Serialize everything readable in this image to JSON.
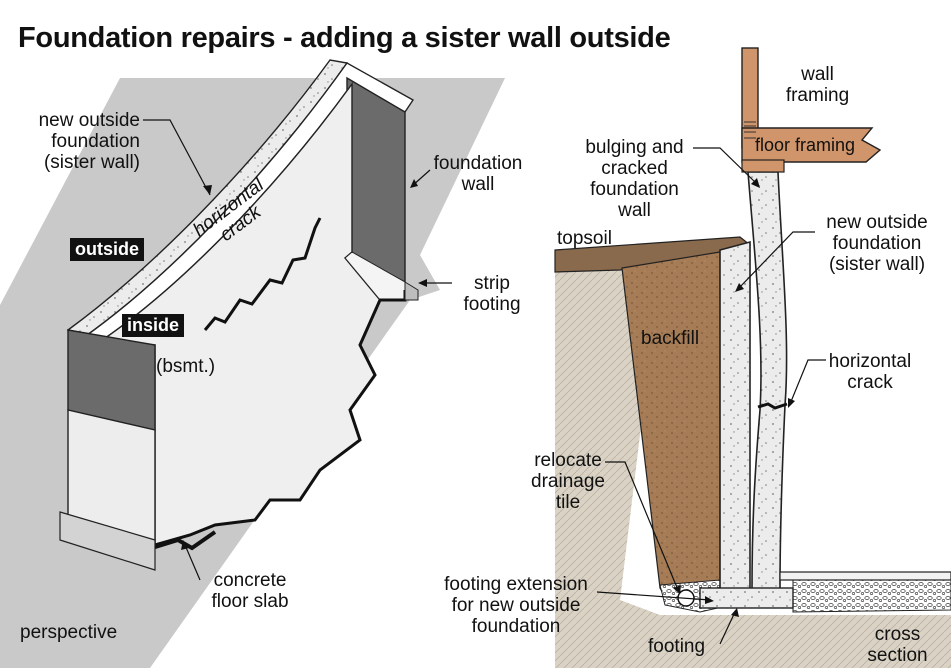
{
  "title": "Foundation repairs - adding a sister wall outside",
  "perspective": {
    "new_outside_foundation": "new outside\nfoundation\n(sister wall)",
    "foundation_wall": "foundation\nwall",
    "outside": "outside",
    "inside": "inside",
    "horizontal_crack": "horizontal\ncrack",
    "bsmt": "(bsmt.)",
    "strip_footing": "strip\nfooting",
    "concrete_floor_slab": "concrete\nfloor slab",
    "view_name": "perspective"
  },
  "cross_section": {
    "wall_framing": "wall\nframing",
    "floor_framing": "floor framing",
    "bulging_wall": "bulging and\ncracked\nfoundation\nwall",
    "topsoil": "topsoil",
    "new_outside_foundation": "new outside\nfoundation\n(sister wall)",
    "backfill": "backfill",
    "horizontal_crack": "horizontal\ncrack",
    "relocate_drainage_tile": "relocate\ndrainage\ntile",
    "footing_extension": "footing extension\nfor new outside\nfoundation",
    "footing": "footing",
    "view_name": "cross\nsection"
  },
  "colors": {
    "ground_gray": "#c9c9c9",
    "wall_face": "#efefef",
    "wall_end": "#6b6b6b",
    "concrete": "#ececec",
    "backfill": "#a67c56",
    "topsoil": "#8a6a4c",
    "native_soil": "#d6cfc2",
    "wood": "#d0956a"
  }
}
